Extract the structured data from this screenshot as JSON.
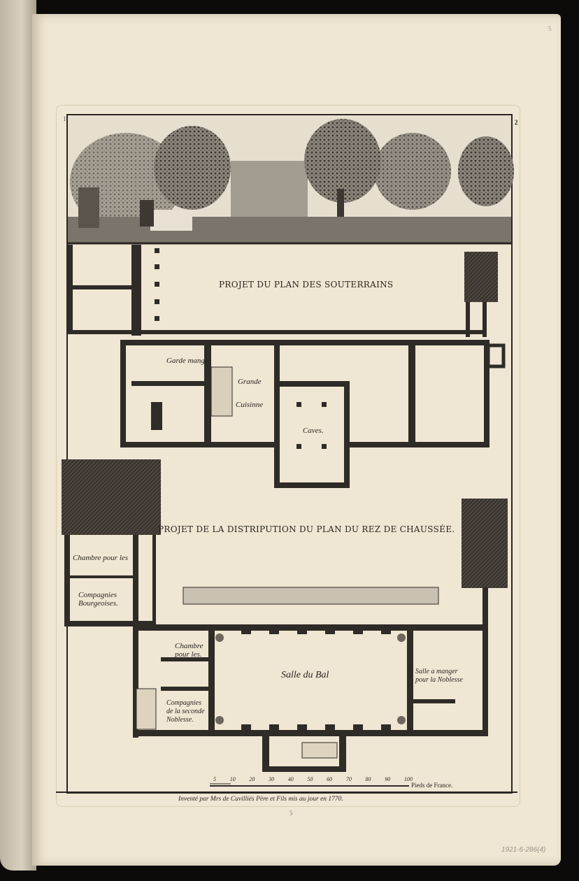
{
  "page": {
    "page_number_top": "5",
    "page_number_bottom": "5",
    "plate_corner_left": "1",
    "plate_corner_right": "2",
    "inventory_mark": "1921-6-286(4)"
  },
  "upper_plan": {
    "title": "PROJET DU PLAN DES SOUTERRAINS",
    "rooms": [
      "Garde mange",
      "Grande",
      "Cuisinne",
      "Caves."
    ]
  },
  "lower_plan": {
    "title": "PROJET DE LA DISTRIPUTION DU PLAN DU REZ DE CHAUSSÉE.",
    "rooms": [
      {
        "line1": "Chambre pour les",
        "line2": ""
      },
      {
        "line1": "Compagnies",
        "line2": "Bourgeoises."
      },
      {
        "line1": "Chambre",
        "line2": "pour les."
      },
      {
        "line1": "Compagnies",
        "line2": "de la seconde",
        "line3": "Noblesse."
      },
      {
        "line1": "Salle du Bal",
        "line2": ""
      },
      {
        "line1": "Salle a manger",
        "line2": "pour la Noblesse"
      }
    ]
  },
  "scale": {
    "ticks": [
      "5",
      "10",
      "20",
      "30",
      "40",
      "50",
      "60",
      "70",
      "80",
      "90",
      "100"
    ],
    "unit": "Pieds de France."
  },
  "credit": "Inventé par Mrs de Cuvilliés Père et Fils mis au jour en 1770."
}
